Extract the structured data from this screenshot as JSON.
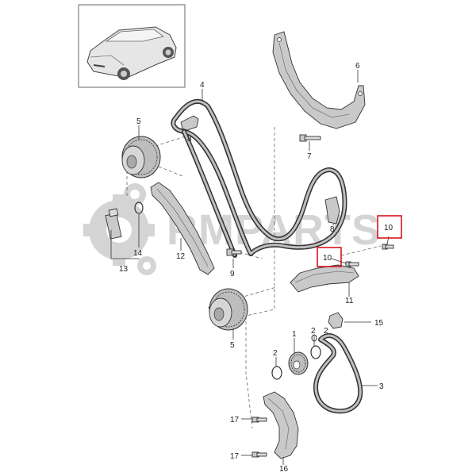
{
  "diagram": {
    "watermark": "RMPARTS",
    "callouts": {
      "c1": "1",
      "c2a": "2",
      "c2b": "2",
      "c2c": "2",
      "c3": "3",
      "c4": "4",
      "c5a": "5",
      "c5b": "5",
      "c6": "6",
      "c7": "7",
      "c8a": "8",
      "c8b": "8",
      "c9": "9",
      "c10a": "10",
      "c10b": "10",
      "c11": "11",
      "c12": "12",
      "c13": "13",
      "c14": "14",
      "c15": "15",
      "c16": "16",
      "c17a": "17",
      "c17b": "17"
    },
    "highlighted_parts": [
      "10"
    ],
    "colors": {
      "highlight": "#d9141e",
      "line": "#333333",
      "part_fill": "#c9c9c9",
      "watermark": "#d4d4d4"
    }
  }
}
